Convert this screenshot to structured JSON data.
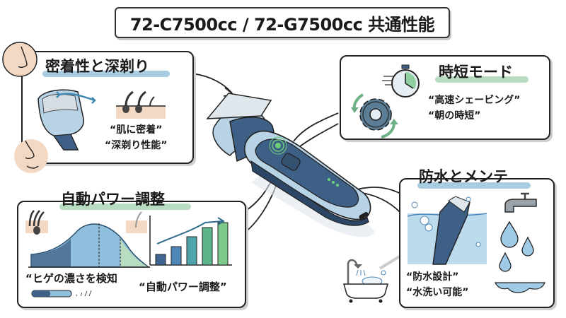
{
  "title": "72-C7500cc / 72-G7500cc 共通性能",
  "colors": {
    "navy": "#3e5f86",
    "light_blue": "#b8d3e6",
    "green_accent": "#6ccf7a",
    "highlight_blue": "#a9cde0",
    "highlight_green": "#b7dcc0",
    "skin": "#f3d9c4",
    "outline": "#222222"
  },
  "panels": {
    "fit": {
      "heading": "密着性と深剃り",
      "quotes": [
        "“肌に密着”",
        "“深剃り性能”"
      ]
    },
    "quick_mode": {
      "heading": "時短モード",
      "quotes": [
        "“高速シェービング”",
        "“朝の時短”"
      ]
    },
    "auto_power": {
      "heading": "自動パワー調整",
      "quotes": [
        "“ヒゲの濃さを検知",
        "“自動パワー調整”"
      ]
    },
    "waterproof": {
      "heading": "防水とメンテ",
      "quotes": [
        "“防水設計”",
        "“水洗い可能”"
      ]
    }
  },
  "icons": [
    "nose-icon",
    "chin-icon",
    "shaver-head-icon",
    "hair-follicle-icon",
    "stopwatch-icon",
    "gear-icon",
    "bell-curve-icon",
    "bar-chart-icon",
    "faucet-icon",
    "water-drops-icon",
    "bathtub-icon",
    "shaver-in-water-icon"
  ],
  "bar_chart": {
    "values": [
      1,
      1.7,
      2.6,
      3.4,
      3.9
    ],
    "colors": [
      "#3f6590",
      "#4f87b8",
      "#4ea5ad",
      "#5cb48a",
      "#7cc98a"
    ]
  }
}
